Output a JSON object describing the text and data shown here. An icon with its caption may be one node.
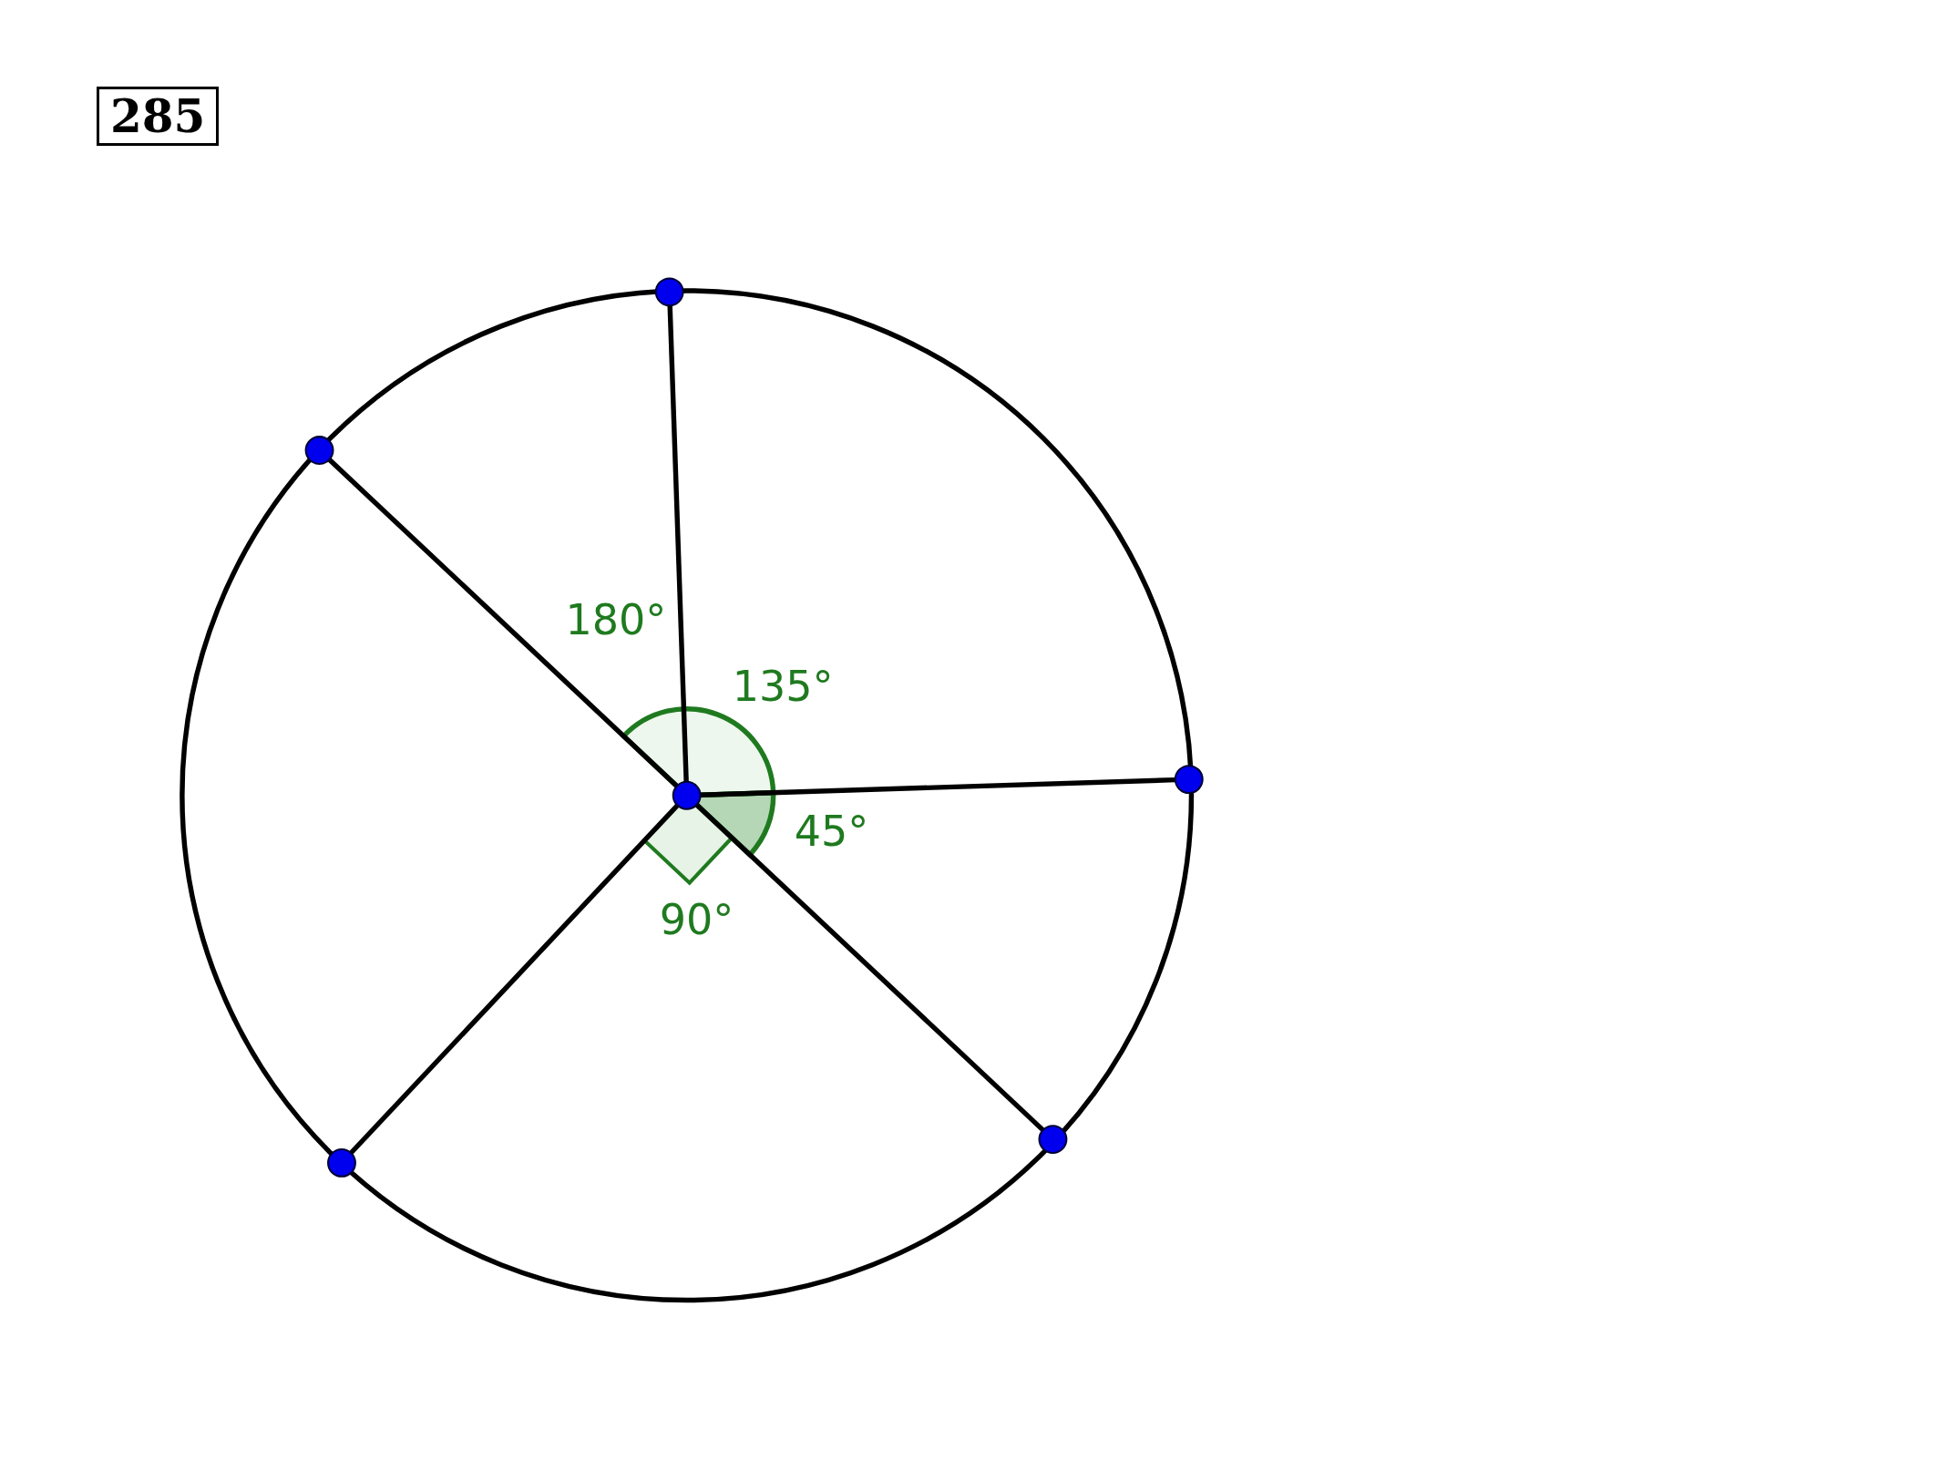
{
  "diagram": {
    "nodes": [
      {
        "text": [],
        "shape": "circle"
      },
      {
        "text": [],
        "shape": "circle"
      },
      {
        "text": [],
        "shape": "circle"
      },
      {
        "text": [],
        "shape": "circle"
      },
      {
        "text": [],
        "shape": "circle"
      },
      {
        "text": [],
        "shape": "circle"
      }
    ],
    "edges": [
      {
        "from": 0,
        "to": 1,
        "arrow": "none"
      },
      {
        "from": 0,
        "to": 2,
        "arrow": "none"
      },
      {
        "from": 0,
        "to": 3,
        "arrow": "none"
      },
      {
        "from": 0,
        "to": 4,
        "arrow": "none"
      },
      {
        "from": 0,
        "to": 5,
        "arrow": "none"
      }
    ],
    "labels": [
      "285",
      "180°",
      "135°",
      "45°",
      "90°"
    ]
  }
}
